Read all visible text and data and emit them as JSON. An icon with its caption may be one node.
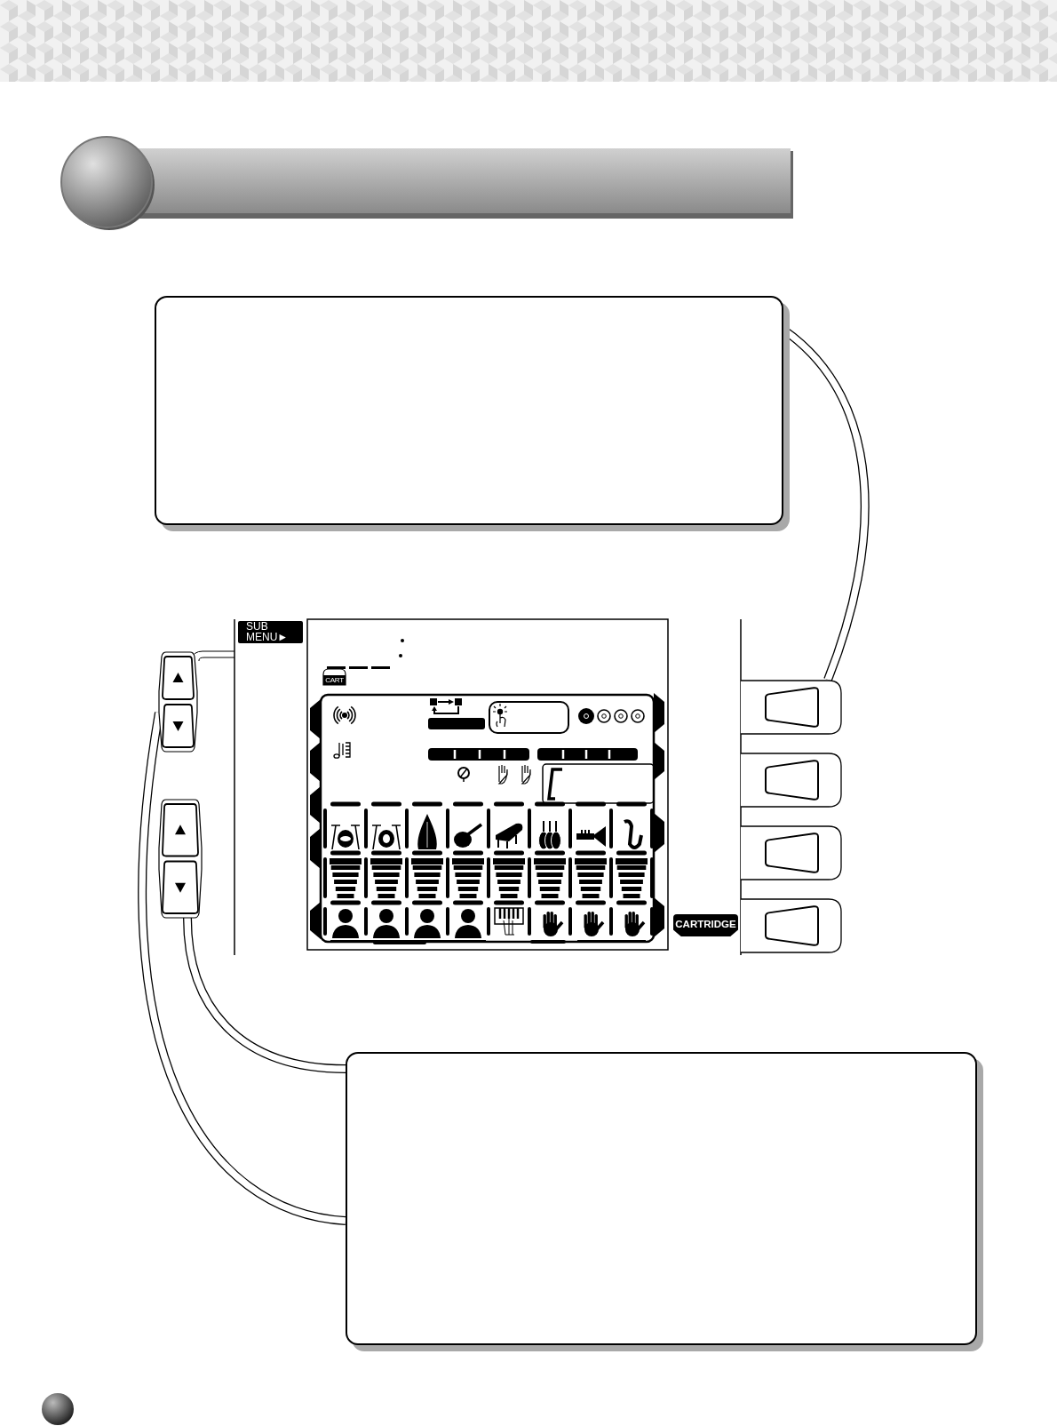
{
  "diagram": {
    "nodes": [
      {
        "text": [],
        "shape": "box"
      },
      {
        "text": [],
        "shape": "box"
      },
      {
        "text": [],
        "shape": "box"
      },
      {
        "text": [],
        "shape": "box"
      },
      {
        "text": [],
        "shape": "box"
      },
      {
        "text": [],
        "shape": "box"
      },
      {
        "text": [],
        "shape": "box"
      },
      {
        "text": [],
        "shape": "box"
      }
    ],
    "edges": [
      {
        "from": 0,
        "to": 3,
        "arrow": "none"
      },
      {
        "from": 7,
        "to": 1,
        "arrow": "none"
      },
      {
        "from": 7,
        "to": 2,
        "arrow": "none"
      }
    ],
    "labels": [
      "SUB MENU►",
      "CART",
      "CARTRIDGE"
    ]
  }
}
